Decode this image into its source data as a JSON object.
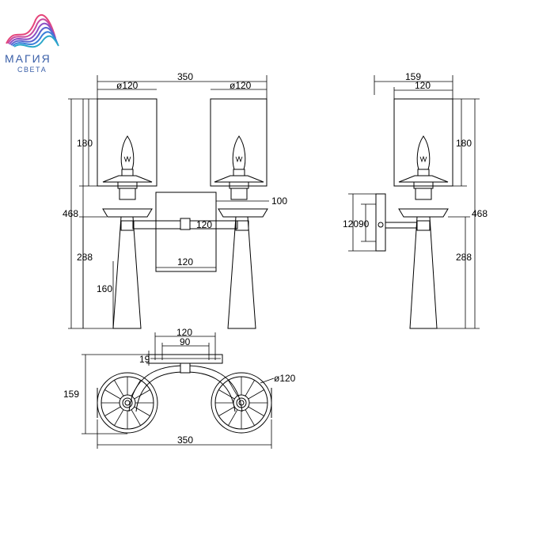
{
  "logo": {
    "name": "МАГИЯ",
    "sub": "СВЕТА",
    "colors": [
      "#e5457a",
      "#8b4fc4",
      "#3a7fd9",
      "#2ba7c9"
    ]
  },
  "front_view": {
    "width_total": "350",
    "shade_left_dia": "ø120",
    "shade_right_dia": "ø120",
    "shade_height": "180",
    "total_height": "468",
    "body_height": "288",
    "base_height": "160",
    "plate_depth": "100",
    "plate_height": "120",
    "plate_width": "120"
  },
  "side_view": {
    "depth_total": "159",
    "shade_width": "120",
    "shade_height": "180",
    "total_height": "468",
    "body_height": "288",
    "plate_height": "120",
    "plate_inner": "90"
  },
  "top_view": {
    "plate_width": "120",
    "plate_inner": "90",
    "plate_thickness": "19",
    "depth": "159",
    "shade_dia": "ø120",
    "width_total": "350"
  },
  "colors": {
    "line": "#000000",
    "background": "#ffffff"
  }
}
